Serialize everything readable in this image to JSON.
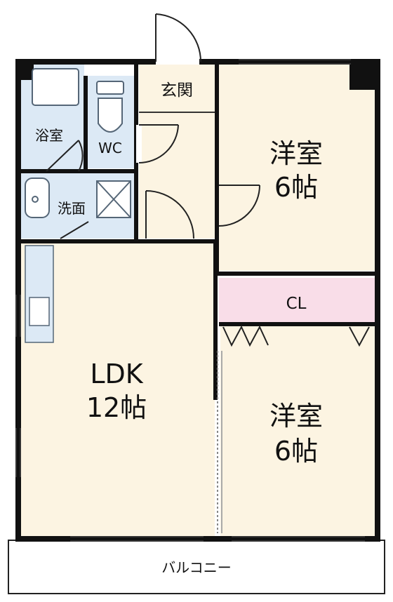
{
  "rooms": {
    "genkan": "玄関",
    "bath": "浴室",
    "wc": "WC",
    "washroom": "洗面",
    "western_room_top": {
      "name": "洋室",
      "size": "6帖"
    },
    "closet": "CL",
    "ldk": {
      "name": "LDK",
      "size": "12帖"
    },
    "western_room_bottom": {
      "name": "洋室",
      "size": "6帖"
    },
    "balcony": "バルコニー"
  },
  "colors": {
    "room_fill": "#fcf4e2",
    "wet_fill": "#dce9f5",
    "closet_fill": "#f9dde8",
    "wall": "#111111",
    "fixture": "#556677"
  }
}
